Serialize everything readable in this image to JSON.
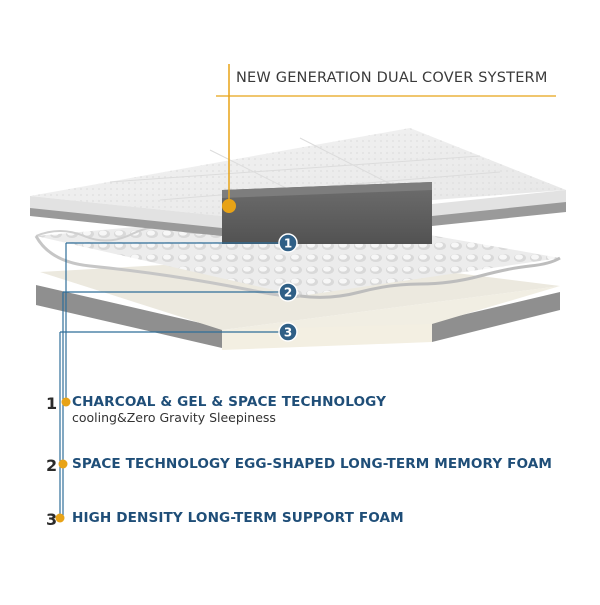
{
  "header": {
    "title": "NEW GENERATION DUAL COVER SYSTERM"
  },
  "badges": [
    "1",
    "2",
    "3"
  ],
  "layers": [
    {
      "number": "1",
      "title": "CHARCOAL & GEL & SPACE TECHNOLOGY",
      "subtitle": "cooling&Zero Gravity Sleepiness"
    },
    {
      "number": "2",
      "title": "SPACE TECHNOLOGY EGG-SHAPED LONG-TERM MEMORY FOAM",
      "subtitle": ""
    },
    {
      "number": "3",
      "title": "HIGH DENSITY LONG-TERM SUPPORT FOAM",
      "subtitle": ""
    }
  ],
  "colors": {
    "accent": "#e8a317",
    "callout_line": "#2f6e99",
    "badge": "#2f5f86",
    "title_text": "#1f4e78"
  }
}
